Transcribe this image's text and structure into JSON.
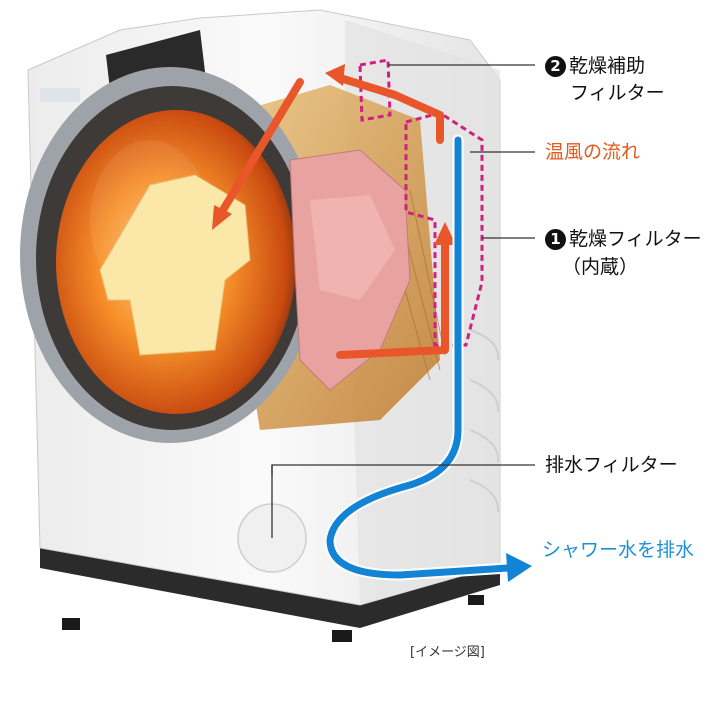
{
  "labels": {
    "aux_filter_number": "2",
    "aux_filter_line1": "乾燥補助",
    "aux_filter_line2": "フィルター",
    "warm_air": "温風の流れ",
    "dry_filter_number": "1",
    "dry_filter_line1": "乾燥フィルター",
    "dry_filter_line2": "（内蔵）",
    "drain_filter": "排水フィルター",
    "shower_drain": "シャワー水を排水",
    "caption": "[イメージ図]"
  },
  "colors": {
    "warm_air_arrow": "#e8562a",
    "water_arrow": "#1383d6",
    "filter_outline": "#d1207e",
    "drum_glow": "#f47a1f",
    "body": "#f3f3f3"
  }
}
